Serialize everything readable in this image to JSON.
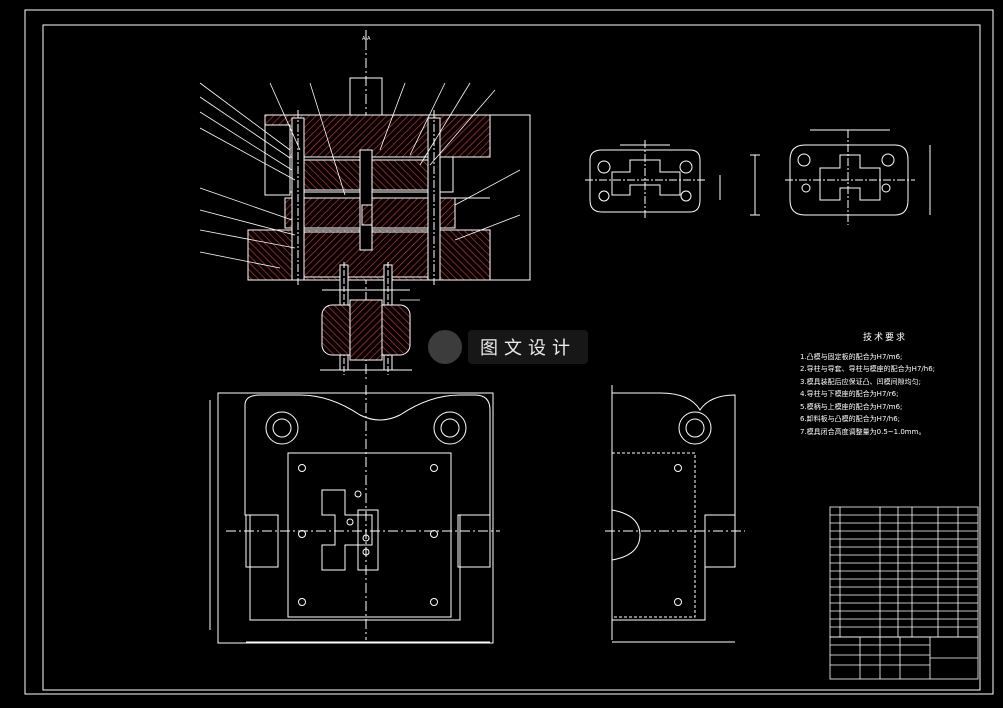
{
  "watermark": {
    "text": "图文设计"
  },
  "tech_requirements": {
    "title": "技术要求",
    "items": [
      "1.凸模与固定板的配合为H7/m6;",
      "2.导柱与导套、导柱与模座的配合为H7/h6;",
      "3.模具装配后应保证凸、凹模间隙均匀;",
      "4.导柱与下模座的配合为H7/r6;",
      "5.模柄与上模座的配合为H7/m6;",
      "6.卸料板与凸模的配合为H7/h6;",
      "7.模具闭合高度调整量为0.5~1.0mm。"
    ]
  },
  "colors": {
    "background": "#000000",
    "line": "#ffffff",
    "hatch": "#d23a2f",
    "center": "#ffffff"
  }
}
